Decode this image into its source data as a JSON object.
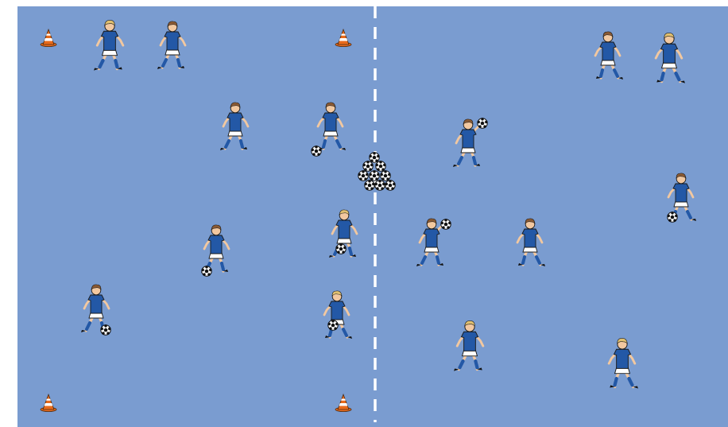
{
  "field": {
    "background_color": "#ffffff",
    "pitch_color": "#7a9cd0",
    "centre_line_color": "#ffffff",
    "centre_line_style": "dashed"
  },
  "colors": {
    "shirt": "#2358a6",
    "shorts": "#ffffff",
    "socks": "#2358a6",
    "skin": "#f2c8a0",
    "hair_brown": "#8a5a34",
    "hair_blond": "#e0c070",
    "cone_orange": "#e86a1c",
    "cone_white": "#ffffff",
    "ball_white": "#ffffff",
    "ball_black": "#111111"
  },
  "cones": [
    {
      "id": "cone-top-left",
      "icon": "cone-icon"
    },
    {
      "id": "cone-top-centre",
      "icon": "cone-icon"
    },
    {
      "id": "cone-bottom-left",
      "icon": "cone-icon"
    },
    {
      "id": "cone-bottom-centre",
      "icon": "cone-icon"
    }
  ],
  "players": [
    {
      "id": "player-1",
      "hair": "blond",
      "pose": "running",
      "ball": false
    },
    {
      "id": "player-2",
      "hair": "brown",
      "pose": "running",
      "ball": false
    },
    {
      "id": "player-3",
      "hair": "brown",
      "pose": "standing",
      "ball": false
    },
    {
      "id": "player-4",
      "hair": "brown",
      "pose": "dribbling",
      "ball": true
    },
    {
      "id": "player-5",
      "hair": "blond",
      "pose": "dribbling",
      "ball": true
    },
    {
      "id": "player-6",
      "hair": "brown",
      "pose": "dribbling",
      "ball": true
    },
    {
      "id": "player-7",
      "hair": "brown",
      "pose": "dribbling",
      "ball": true
    },
    {
      "id": "player-8",
      "hair": "blond",
      "pose": "dribbling",
      "ball": true
    },
    {
      "id": "player-9",
      "hair": "brown",
      "pose": "running",
      "ball": false
    },
    {
      "id": "player-10",
      "hair": "blond",
      "pose": "running",
      "ball": false
    },
    {
      "id": "player-11",
      "hair": "brown",
      "pose": "holding-ball",
      "ball": true
    },
    {
      "id": "player-12",
      "hair": "brown",
      "pose": "dribbling",
      "ball": true
    },
    {
      "id": "player-13",
      "hair": "brown",
      "pose": "holding-ball",
      "ball": true
    },
    {
      "id": "player-14",
      "hair": "brown",
      "pose": "running",
      "ball": false
    },
    {
      "id": "player-15",
      "hair": "blond",
      "pose": "running",
      "ball": false
    },
    {
      "id": "player-16",
      "hair": "blond",
      "pose": "running",
      "ball": false
    }
  ],
  "ball_pile": {
    "count": 9,
    "icon": "ball-icon"
  }
}
